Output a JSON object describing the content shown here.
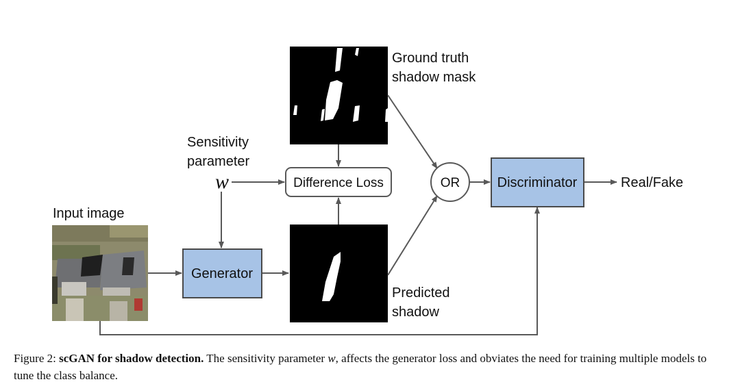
{
  "diagram": {
    "labels": {
      "ground_truth_line1": "Ground truth",
      "ground_truth_line2": "shadow mask",
      "sensitivity_line1": "Sensitivity",
      "sensitivity_line2": "parameter",
      "w_symbol": "w",
      "input_image": "Input image",
      "predicted_line1": "Predicted",
      "predicted_line2": "shadow",
      "real_fake": "Real/Fake"
    },
    "nodes": {
      "difference_loss": "Difference Loss",
      "or": "OR",
      "generator": "Generator",
      "discriminator": "Discriminator"
    },
    "colors": {
      "box_fill": "#a7c3e6",
      "box_stroke": "#4a4a4a",
      "arrow": "#595959"
    }
  },
  "caption": {
    "prefix": "Figure 2: ",
    "bold": "scGAN for shadow detection.",
    "text_before_w": " The sensitivity parameter ",
    "w": "w",
    "text_after_w": ", affects the generator loss and obviates the need for training multiple models to tune the class balance."
  }
}
